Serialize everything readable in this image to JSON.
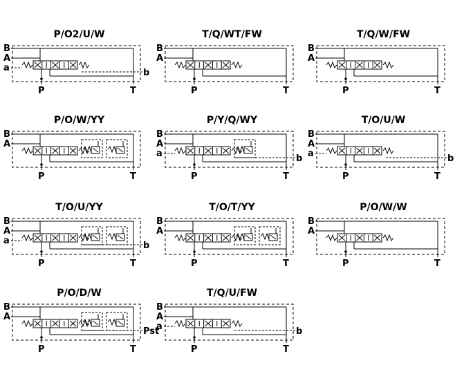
{
  "diagrams": [
    {
      "title": "P/O2/U/W",
      "ports_left": [
        "B",
        "A",
        "a"
      ],
      "ports_bottom": [
        "P",
        "T"
      ],
      "port_right": "b",
      "valves": 1,
      "subs": 0
    },
    {
      "title": "T/Q/WT/FW",
      "ports_left": [
        "B",
        "A"
      ],
      "ports_bottom": [
        "P",
        "T"
      ],
      "port_right": "",
      "valves": 1,
      "subs": 0
    },
    {
      "title": "T/Q/W/FW",
      "ports_left": [
        "B",
        "A"
      ],
      "ports_bottom": [
        "P",
        "T"
      ],
      "port_right": "",
      "valves": 1,
      "subs": 0
    },
    {
      "title": "P/O/W/YY",
      "ports_left": [
        "B",
        "A"
      ],
      "ports_bottom": [
        "P",
        "T"
      ],
      "port_right": "",
      "valves": 1,
      "subs": 2
    },
    {
      "title": "P/Y/Q/WY",
      "ports_left": [
        "B",
        "A",
        "a"
      ],
      "ports_bottom": [
        "P",
        "T"
      ],
      "port_right": "b",
      "valves": 1,
      "subs": 1
    },
    {
      "title": "T/O/U/W",
      "ports_left": [
        "B",
        "A",
        "a"
      ],
      "ports_bottom": [
        "P",
        "T"
      ],
      "port_right": "b",
      "valves": 1,
      "subs": 0
    },
    {
      "title": "T/O/U/YY",
      "ports_left": [
        "B",
        "A",
        "a"
      ],
      "ports_bottom": [
        "P",
        "T"
      ],
      "port_right": "b",
      "valves": 1,
      "subs": 2
    },
    {
      "title": "T/O/T/YY",
      "ports_left": [
        "B",
        "A"
      ],
      "ports_bottom": [
        "P",
        "T"
      ],
      "port_right": "",
      "valves": 1,
      "subs": 2
    },
    {
      "title": "P/O/W/W",
      "ports_left": [
        "B",
        "A"
      ],
      "ports_bottom": [
        "P",
        "T"
      ],
      "port_right": "",
      "valves": 1,
      "subs": 0
    },
    {
      "title": "P/O/D/W",
      "ports_left": [
        "B",
        "A"
      ],
      "ports_bottom": [
        "P",
        "T"
      ],
      "port_right": "Pst",
      "valves": 1,
      "subs": 2
    },
    {
      "title": "T/Q/U/FW",
      "ports_left": [
        "B",
        "A",
        "a"
      ],
      "ports_bottom": [
        "P",
        "T"
      ],
      "port_right": "b",
      "valves": 1,
      "subs": 0
    }
  ]
}
